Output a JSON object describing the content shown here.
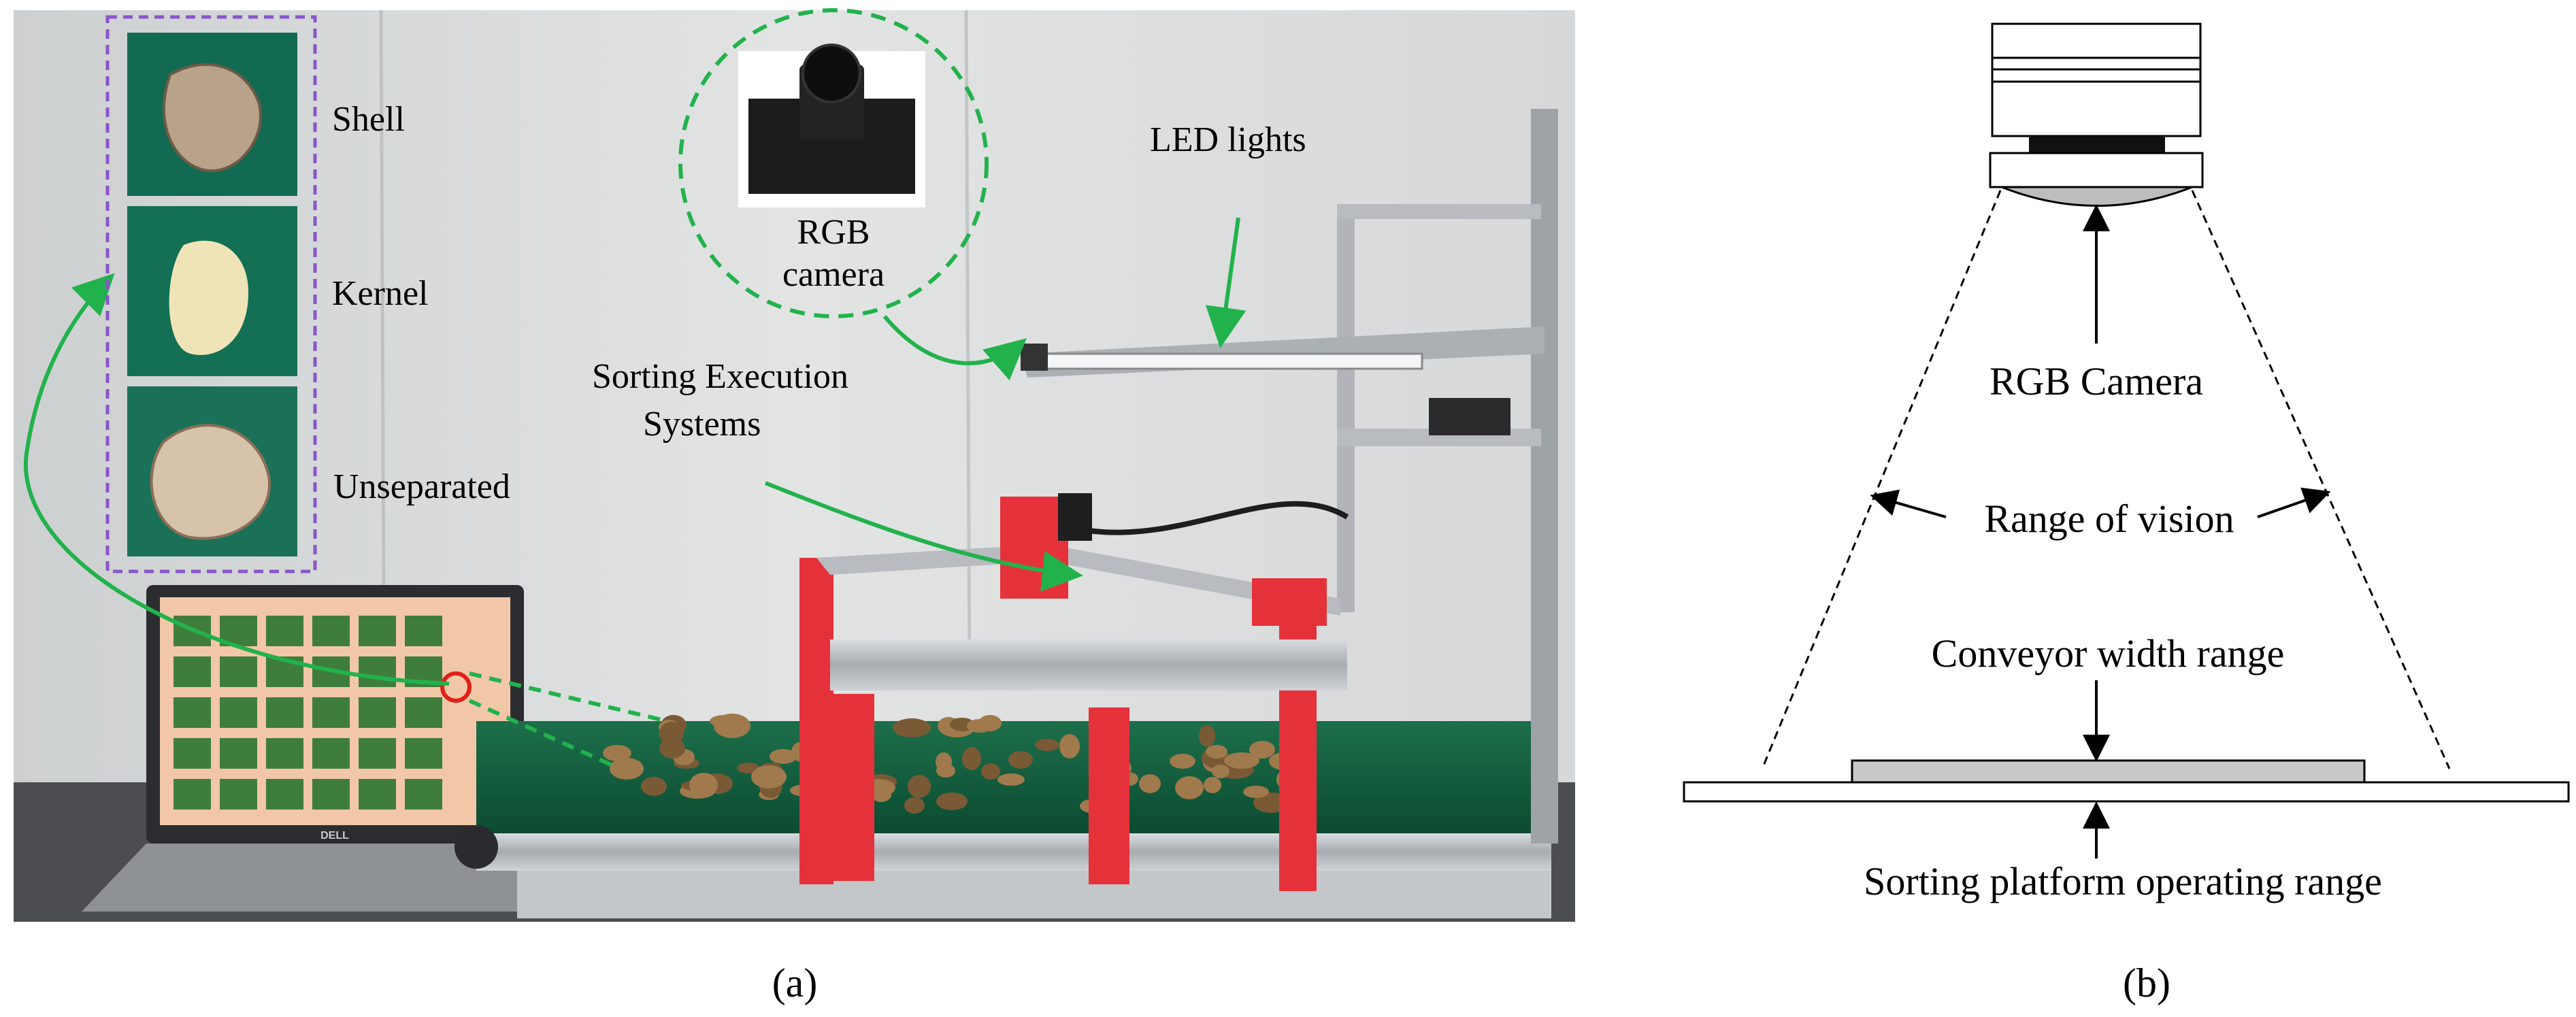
{
  "panel_a": {
    "caption": "(a)",
    "inset_labels": {
      "shell": "Shell",
      "kernel": "Kernel",
      "unseparated": "Unseparated"
    },
    "camera_label_line1": "RGB",
    "camera_label_line2": "camera",
    "led_label": "LED lights",
    "sorting_label_line1": "Sorting Execution",
    "sorting_label_line2": "Systems",
    "laptop_brand": "DELL"
  },
  "panel_b": {
    "caption": "(b)",
    "camera_label": "RGB Camera",
    "vision_label": "Range of vision",
    "conveyor_label": "Conveyor width range",
    "platform_label": "Sorting platform operating range"
  },
  "colors": {
    "green_annotation": "#22b24c",
    "purple_dashed_box": "#8a56c8",
    "red_marker": "#e0201a",
    "sorter_red": "#e5323a",
    "conveyor_green": "#0f5a3c"
  }
}
